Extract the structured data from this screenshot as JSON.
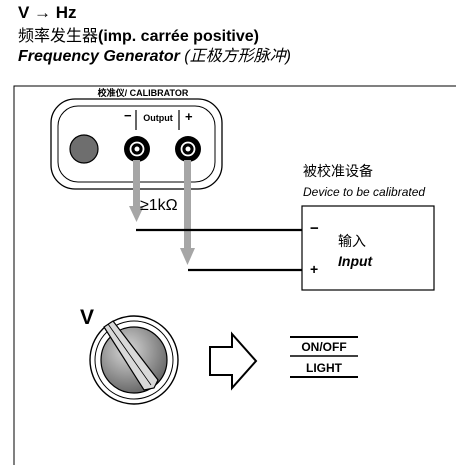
{
  "header": {
    "mode_title": "V → Hz",
    "line_cn": "频率发生器",
    "line_fr": "(imp. carrée positive)",
    "line_en_bold": "Frequency Generator",
    "line_en_rest": " (正极方形脉冲)"
  },
  "calibrator": {
    "title": "校准仪/ CALIBRATOR",
    "output_label": "Output",
    "minus_sign": "−",
    "plus_sign": "+",
    "resistance_label": "≥1kΩ"
  },
  "device": {
    "title_cn": "被校准设备",
    "title_en": "Device to be calibrated",
    "minus_sign": "−",
    "plus_sign": "+",
    "input_cn": "输入",
    "input_en": "Input"
  },
  "switch": {
    "mode_letter": "V"
  },
  "onoff_key": {
    "top_label": "ON/OFF",
    "bottom_label": "LIGHT"
  }
}
